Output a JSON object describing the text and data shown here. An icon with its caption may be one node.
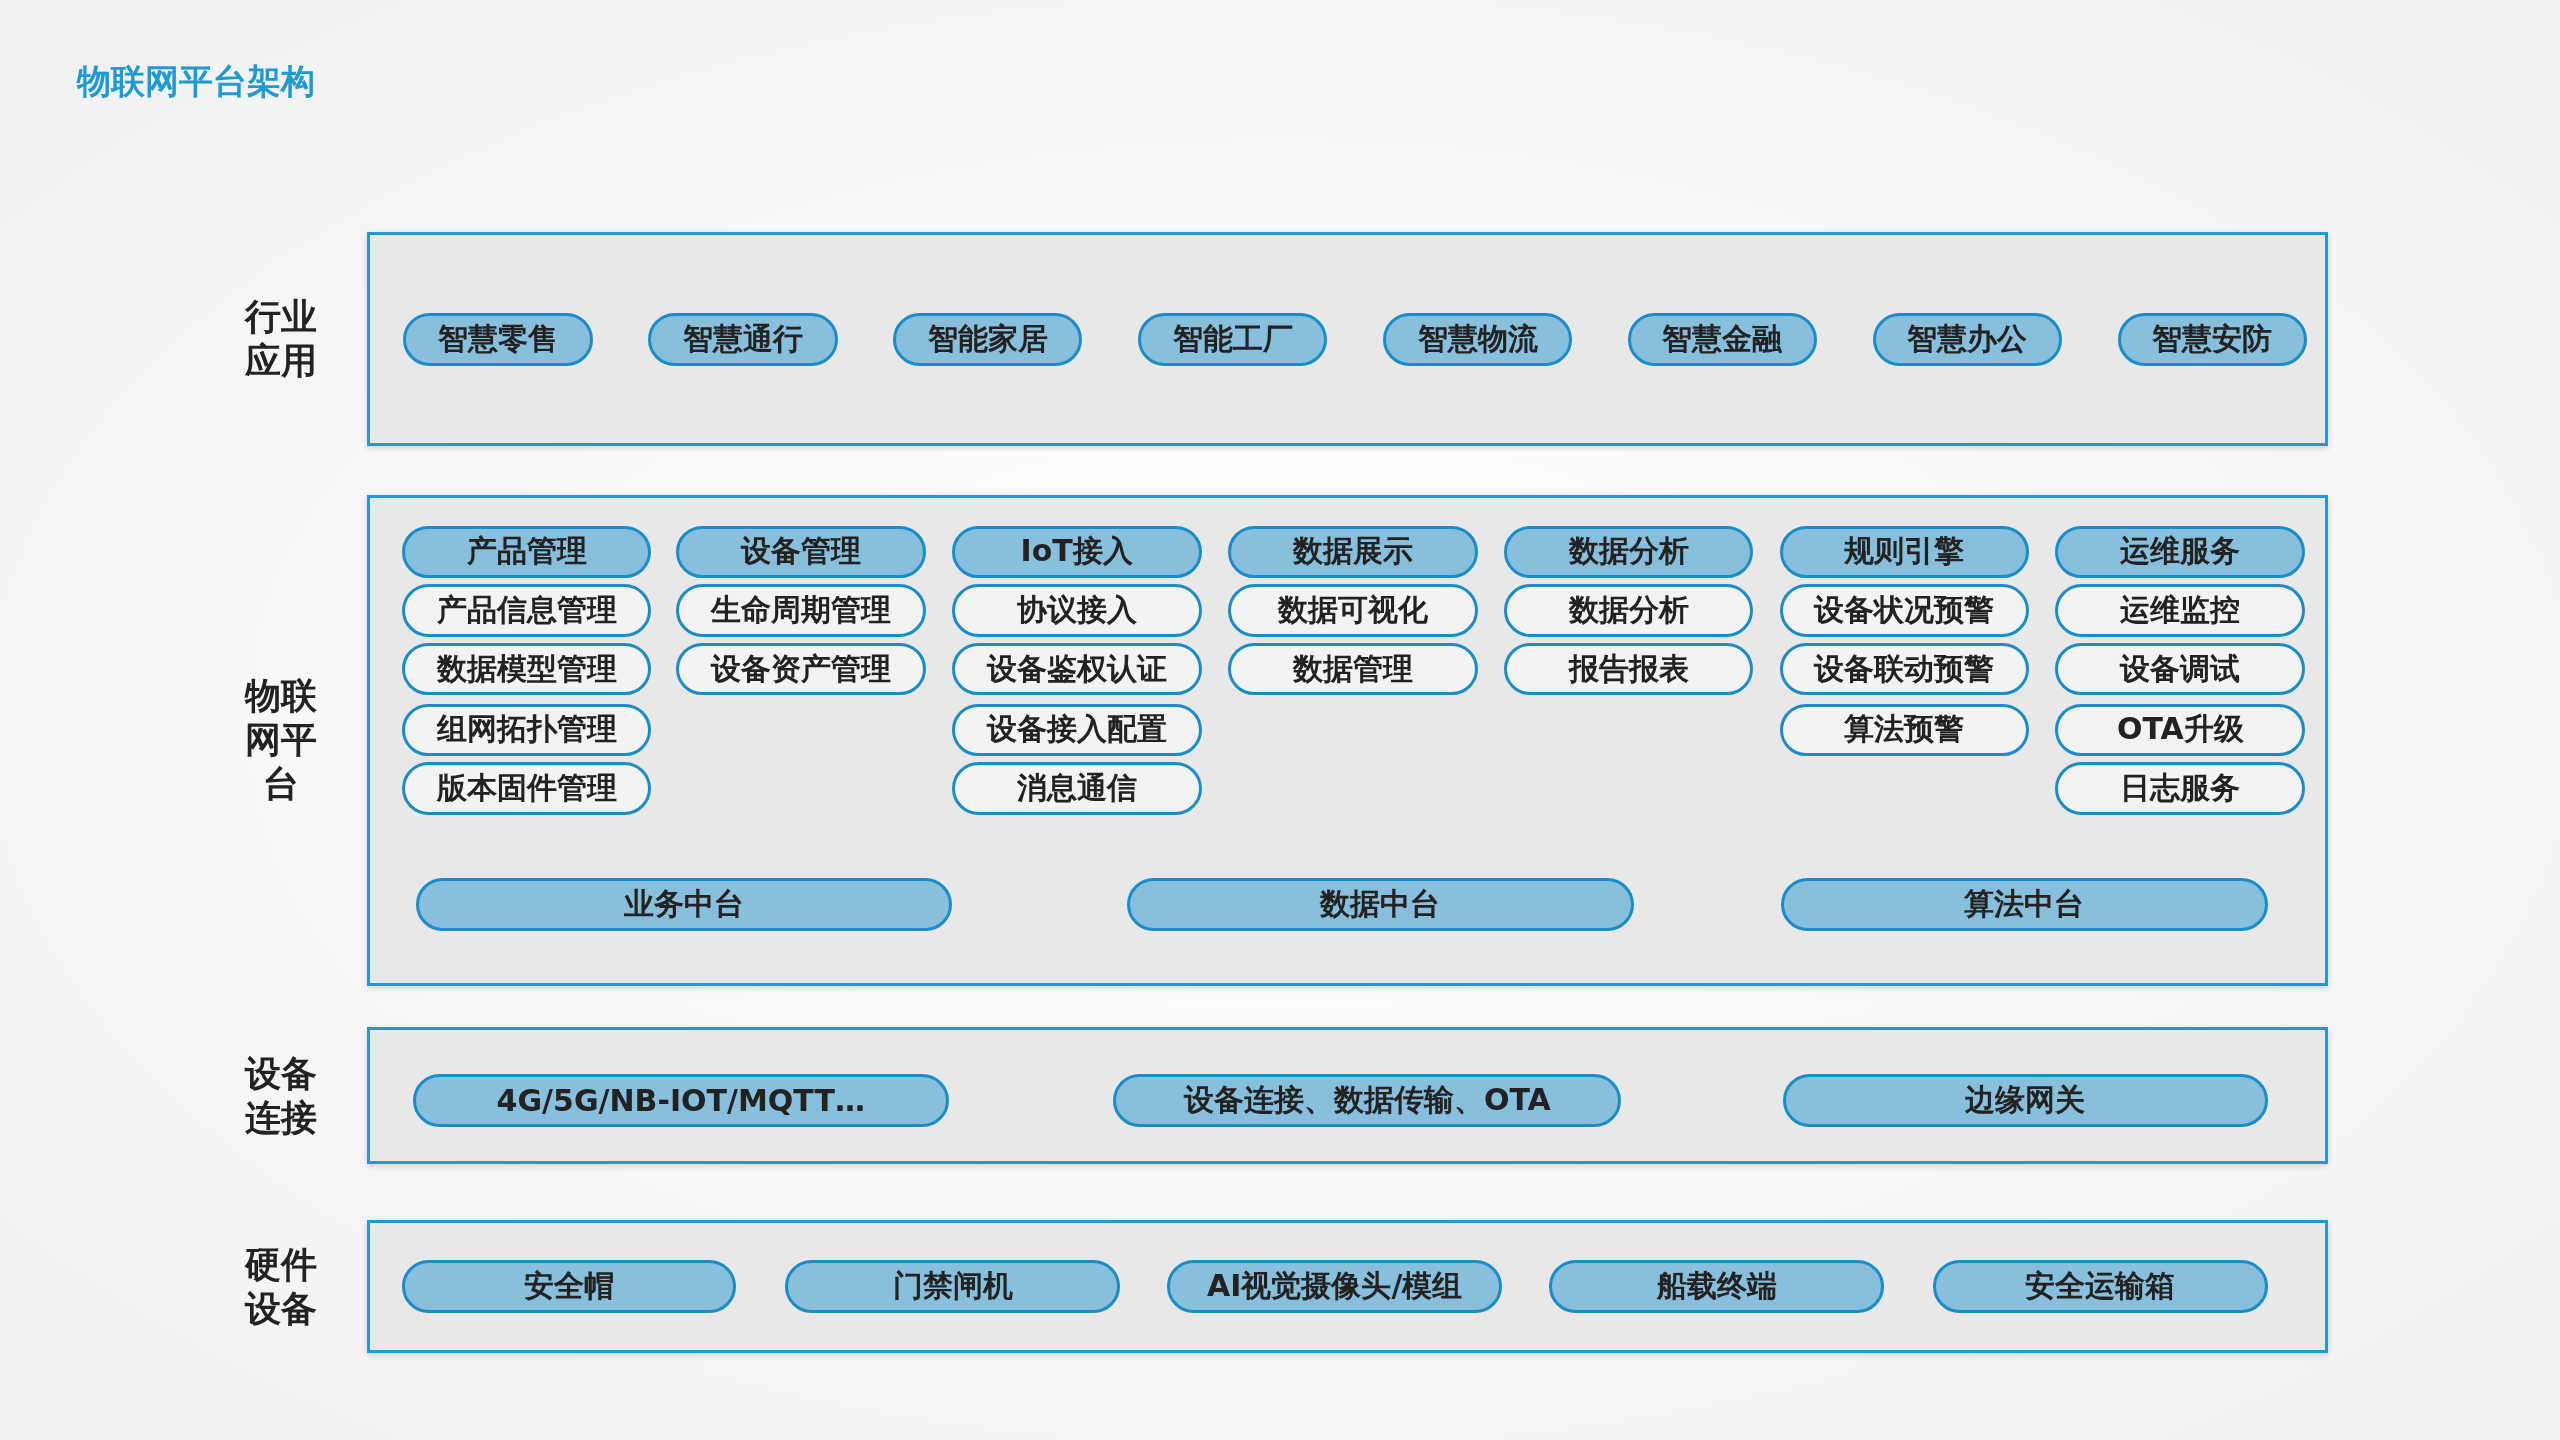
{
  "diagram": {
    "title": "物联网平台架构",
    "nodes": [
      {
        "text": [
          "行业应用"
        ]
      },
      {
        "text": [
          "智慧零售"
        ],
        "in": 0
      },
      {
        "text": [
          "智慧通行"
        ],
        "in": 0
      },
      {
        "text": [
          "智能家居"
        ],
        "in": 0
      },
      {
        "text": [
          "智能工厂"
        ],
        "in": 0
      },
      {
        "text": [
          "智慧物流"
        ],
        "in": 0
      },
      {
        "text": [
          "智慧金融"
        ],
        "in": 0
      },
      {
        "text": [
          "智慧办公"
        ],
        "in": 0
      },
      {
        "text": [
          "智慧安防"
        ],
        "in": 0
      },
      {
        "text": [
          "物联网平台"
        ]
      },
      {
        "text": [
          "产品管理"
        ],
        "in": 9
      },
      {
        "text": [
          "产品信息管理"
        ],
        "in": 9
      },
      {
        "text": [
          "数据模型管理"
        ],
        "in": 9
      },
      {
        "text": [
          "组网拓扑管理"
        ],
        "in": 9
      },
      {
        "text": [
          "版本固件管理"
        ],
        "in": 9
      },
      {
        "text": [
          "设备管理"
        ],
        "in": 9
      },
      {
        "text": [
          "生命周期管理"
        ],
        "in": 9
      },
      {
        "text": [
          "设备资产管理"
        ],
        "in": 9
      },
      {
        "text": [
          "IoT接入"
        ],
        "in": 9
      },
      {
        "text": [
          "协议接入"
        ],
        "in": 9
      },
      {
        "text": [
          "设备鉴权认证"
        ],
        "in": 9
      },
      {
        "text": [
          "设备接入配置"
        ],
        "in": 9
      },
      {
        "text": [
          "消息通信"
        ],
        "in": 9
      },
      {
        "text": [
          "数据展示"
        ],
        "in": 9
      },
      {
        "text": [
          "数据可视化"
        ],
        "in": 9
      },
      {
        "text": [
          "数据管理"
        ],
        "in": 9
      },
      {
        "text": [
          "数据分析"
        ],
        "in": 9
      },
      {
        "text": [
          "数据分析"
        ],
        "in": 9
      },
      {
        "text": [
          "报告报表"
        ],
        "in": 9
      },
      {
        "text": [
          "规则引擎"
        ],
        "in": 9
      },
      {
        "text": [
          "设备状况预警"
        ],
        "in": 9
      },
      {
        "text": [
          "设备联动预警"
        ],
        "in": 9
      },
      {
        "text": [
          "算法预警"
        ],
        "in": 9
      },
      {
        "text": [
          "运维服务"
        ],
        "in": 9
      },
      {
        "text": [
          "运维监控"
        ],
        "in": 9
      },
      {
        "text": [
          "设备调试"
        ],
        "in": 9
      },
      {
        "text": [
          "OTA升级"
        ],
        "in": 9
      },
      {
        "text": [
          "日志服务"
        ],
        "in": 9
      },
      {
        "text": [
          "业务中台"
        ],
        "in": 9
      },
      {
        "text": [
          "数据中台"
        ],
        "in": 9
      },
      {
        "text": [
          "算法中台"
        ],
        "in": 9
      },
      {
        "text": [
          "设备连接"
        ]
      },
      {
        "text": [
          "4G/5G/NB-IOT/MQTT…"
        ],
        "in": 41
      },
      {
        "text": [
          "设备连接、数据传输、OTA"
        ],
        "in": 41
      },
      {
        "text": [
          "边缘网关"
        ],
        "in": 41
      },
      {
        "text": [
          "硬件设备"
        ]
      },
      {
        "text": [
          "安全帽"
        ],
        "in": 45
      },
      {
        "text": [
          "门禁闸机"
        ],
        "in": 45
      },
      {
        "text": [
          "AI视觉摄像头/模组"
        ],
        "in": 45
      },
      {
        "text": [
          "船载终端"
        ],
        "in": 45
      },
      {
        "text": [
          "安全运输箱"
        ],
        "in": 45
      }
    ]
  }
}
